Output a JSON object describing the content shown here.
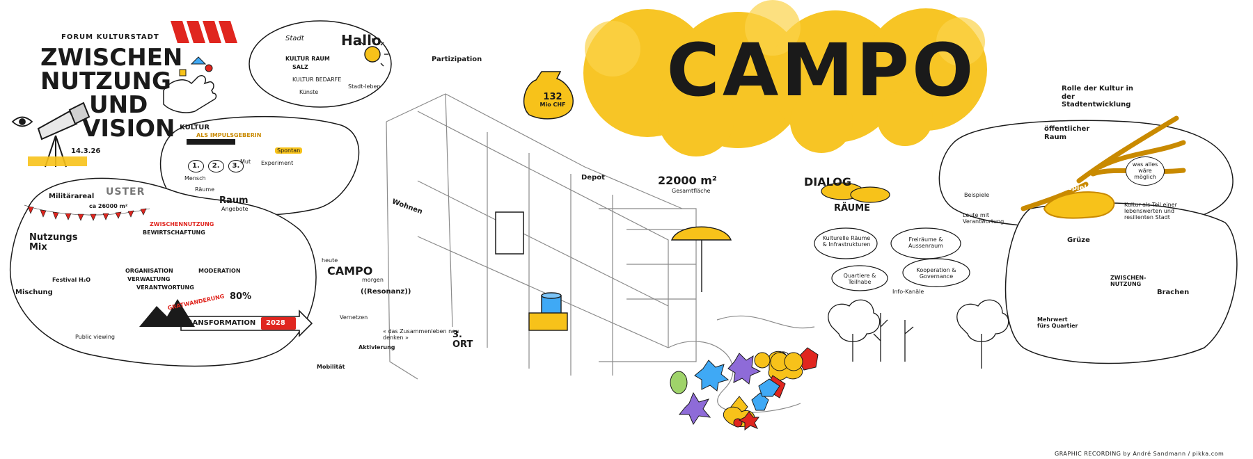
{
  "header": {
    "forum": "FORUM KULTURSTADT",
    "title_lines": [
      "ZWISCHEN",
      "NUTZUNG",
      "UND",
      "VISION"
    ],
    "date": "14.3.26"
  },
  "campo": {
    "title": "CAMPO"
  },
  "colors": {
    "accent": "#f7c21a",
    "brand_red": "#e0261f",
    "ink": "#1a1a1a"
  },
  "greeting": {
    "hallo": "Hallo",
    "stadt": "Stadt",
    "kultur_raum": "KULTUR RAUM",
    "salz": "SALZ",
    "kultur_bedarf": "KULTUR BEDARFE",
    "kuenste": "Künste",
    "stadtleben": "Stadt-leben"
  },
  "impuls": {
    "kultur_title": "KULTUR",
    "impulsgeberin": "ALS IMPULSGEBERIN",
    "steps": [
      "1.",
      "2.",
      "3."
    ],
    "mut": "Mut",
    "experiment": "Experiment",
    "raum": "Raum",
    "angebote": "Angebote",
    "mensch": "Mensch",
    "raeume": "Räume",
    "spontan": "Spontan"
  },
  "uster": {
    "name": "USTER",
    "militaerareal": "Militärareal",
    "area1": "ca 26000 m²",
    "nutzungsmix": "Nutzungs Mix",
    "zwischennutzung": "ZWISCHENNUTZUNG",
    "bewirtschaftung": "BEWIRTSCHAFTUNG",
    "organisation": "ORGANISATION",
    "verwaltung": "VERWALTUNG",
    "verantwortung": "VERANTWORTUNG",
    "moderation": "MODERATION",
    "percent": "80%",
    "mischung": "Mischung",
    "festival": "Festival H₂O",
    "gratwanderung": "GRATWANDERUNG",
    "transformation": "TRANSFORMATION",
    "year": "2028",
    "public_viewing": "Public viewing",
    "mobilitaet": "Mobilität"
  },
  "participation": {
    "partizipation": "Partizipation",
    "money": "132",
    "money_unit": "Mio CHF",
    "wohnen": "Wohnen",
    "depot": "Depot",
    "area": "22000 m²",
    "gesamt": "Gesamtfläche",
    "heute": "heute",
    "campo": "CAMPO",
    "morgen": "morgen",
    "resonanz": "((Resonanz))",
    "aktivierung": "Aktivierung",
    "zusammenleben": "« das Zusammenleben neu denken »",
    "dritter_ort": "3. ORT",
    "vernetzen": "Vernetzen"
  },
  "dialog": {
    "title": "DIALOG",
    "raeume": "RÄUME",
    "kulturelle": "Kulturelle Räume & Infrastrukturen",
    "freiraeume": "Freiräume & Aussenraum",
    "quartiere": "Quartiere & Teilhabe",
    "kooperation": "Kooperation & Governance",
    "kanaele": "Info-Kanäle",
    "bedarf": "Leute mit Verantwortung"
  },
  "right": {
    "rolle": "Rolle der Kultur in der Stadtentwicklung",
    "oeffentlicher": "öffentlicher Raum",
    "was_alles": "was alles wäre möglich",
    "bespielen": "bespielen",
    "kultur_box": "Kultur als Teil einer lebenswerten und resilienten Stadt",
    "gruze": "Grüze",
    "zwischennutzung": "ZWISCHEN-NUTZUNG",
    "brachen": "Brachen",
    "mehrwert": "Mehrwert fürs Quartier",
    "beispiele": "Beispiele"
  },
  "footer": {
    "credit": "GRAPHIC RECORDING by André Sandmann / pikka.com"
  }
}
